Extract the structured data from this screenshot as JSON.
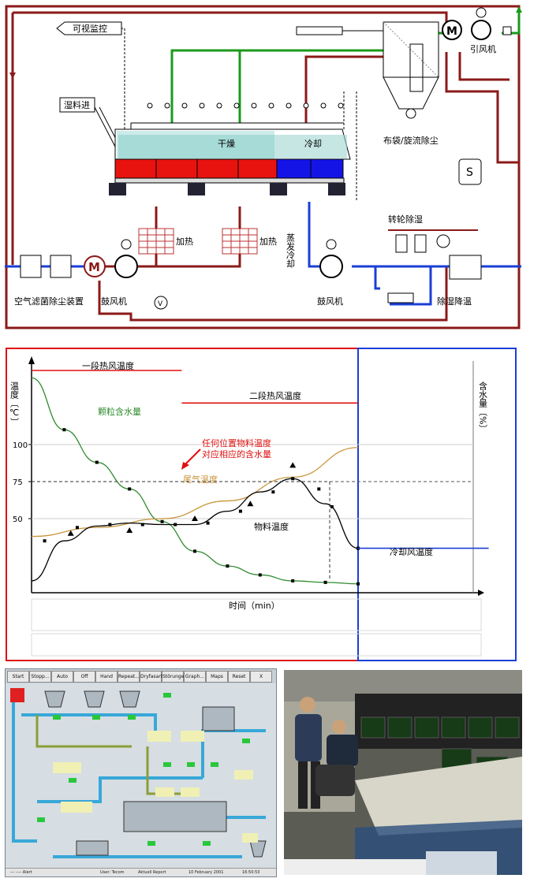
{
  "process_diagram": {
    "labels": {
      "remote_monitoring": "可视监控",
      "wet_feed_in": "湿料进",
      "drying_zone": "干燥",
      "cooling_zone": "冷却",
      "bag_cyclone_dust": "布袋/旋流除尘",
      "induced_draft_fan": "引风机",
      "heating_1": "加热",
      "heating_2": "加热",
      "evaporative_cooling": "蒸发冷却",
      "wheel_dehumidify": "转轮除湿",
      "air_filter_unit": "空气滤菌除尘装置",
      "blower_1": "鼓风机",
      "blower_2": "鼓风机",
      "dehumidify_cool": "除湿降温"
    },
    "colors": {
      "hot_air": "#8b1a1a",
      "cold_air": "#1a3fd6",
      "exhaust": "#1a9a1a",
      "heater_red": "#e8130f",
      "cooler_blue": "#1414e6"
    }
  },
  "chart_data": {
    "type": "line",
    "ylabel_left": "温度〔℃〕",
    "ylabel_right": "含水量〔%〕",
    "xlabel": "时间（min）",
    "yticks": [
      50,
      75,
      100
    ],
    "ylim": [
      0,
      150
    ],
    "xlim": [
      0,
      100
    ],
    "series": [
      {
        "name": "颗粒含水量",
        "color": "#2e8b2e",
        "x": [
          0,
          10,
          20,
          30,
          40,
          50,
          60,
          70,
          80,
          90,
          100
        ],
        "y": [
          145,
          110,
          88,
          70,
          48,
          28,
          18,
          12,
          8,
          7,
          6
        ],
        "points": [
          [
            10,
            110
          ],
          [
            20,
            88
          ],
          [
            30,
            70
          ],
          [
            40,
            48
          ],
          [
            50,
            28
          ],
          [
            60,
            18
          ],
          [
            70,
            12
          ],
          [
            80,
            8
          ],
          [
            90,
            7
          ],
          [
            100,
            6
          ]
        ]
      },
      {
        "name": "尾气温度",
        "color": "#c8963c",
        "x": [
          0,
          20,
          40,
          60,
          80,
          100
        ],
        "y": [
          38,
          44,
          50,
          62,
          78,
          98
        ],
        "points": [
          [
            12,
            40
          ],
          [
            30,
            42
          ],
          [
            50,
            50
          ],
          [
            67,
            60
          ],
          [
            80,
            86
          ]
        ]
      },
      {
        "name": "物料温度",
        "color": "#000000",
        "x": [
          0,
          10,
          20,
          30,
          40,
          50,
          60,
          70,
          80,
          90,
          100
        ],
        "y": [
          8,
          35,
          45,
          47,
          46,
          46,
          55,
          68,
          77,
          60,
          30
        ],
        "points": [
          [
            4,
            35
          ],
          [
            14,
            44
          ],
          [
            24,
            46
          ],
          [
            34,
            46
          ],
          [
            44,
            46
          ],
          [
            54,
            47
          ],
          [
            64,
            55
          ],
          [
            74,
            68
          ],
          [
            80,
            77
          ],
          [
            88,
            70
          ],
          [
            92,
            58
          ],
          [
            100,
            30
          ]
        ]
      },
      {
        "name": "一段热风温度",
        "color": "#e01010",
        "x": [
          0,
          46
        ],
        "y": [
          150,
          150
        ]
      },
      {
        "name": "二段热风温度",
        "color": "#e01010",
        "x": [
          46,
          100
        ],
        "y": [
          128,
          128
        ]
      },
      {
        "name": "冷却风温度",
        "color": "#1a3fd6",
        "x": [
          100,
          140
        ],
        "y": [
          30,
          30
        ]
      }
    ],
    "annotations": [
      {
        "text": "任何位置物料温度",
        "color": "#e01010"
      },
      {
        "text": "对应相应的含水量",
        "color": "#e01010"
      }
    ]
  },
  "scada": {
    "buttons": [
      "Start",
      "Stopp...",
      "Auto",
      "Off",
      "Hand",
      "Repeat...",
      "Dryfasarte",
      "Störungen",
      "Graph...",
      "Maps aus",
      "Reset",
      "X"
    ],
    "brand": "Tecom",
    "status": {
      "left": "--- ---- Alert",
      "user": "User: Tecom",
      "report": "Aktuell Report",
      "date": "10 February 2001",
      "time": "16:50:53"
    }
  }
}
